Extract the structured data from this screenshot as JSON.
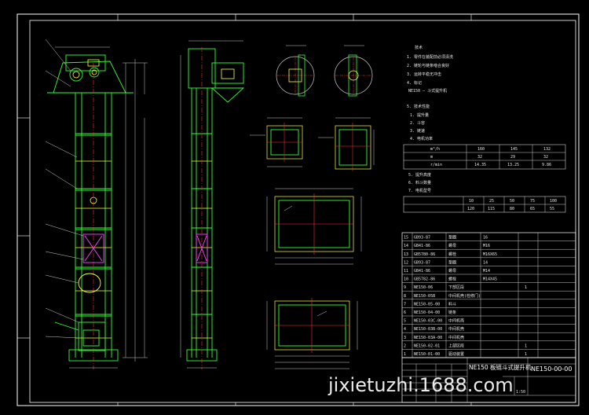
{
  "drawing": {
    "tech_requirements_title": "技术",
    "tech_requirements": [
      "1. 零件在装配前必须清洗",
      "2. 链轮与链条啮合良好",
      "3. 运转平稳无冲击",
      "4. 标记",
      "NE150 — 斗式提升机",
      "5. 技术性能",
      "1. 提升量",
      "2. 斗容",
      "3. 链速",
      "4. 电机功率"
    ],
    "perf_table": {
      "rows": [
        [
          "",
          "m³/h",
          "160",
          "145",
          "132"
        ],
        [
          "",
          "m",
          "32",
          "29",
          "32"
        ],
        [
          "",
          "r/min",
          "14.35",
          "13.25",
          "9.86"
        ]
      ]
    },
    "notes_2": [
      "5. 提升高度",
      "6. 料斗数量",
      "7. 电机型号"
    ],
    "perf_table_2": {
      "rows": [
        [
          "",
          "",
          "10",
          "25",
          "50",
          "75",
          "100"
        ],
        [
          "",
          "",
          "120",
          "115",
          "80",
          "65",
          "55"
        ]
      ]
    },
    "parts_list": [
      {
        "no": "15",
        "code": "GB93-87",
        "name": "垫圈",
        "spec": "16",
        "qty": ""
      },
      {
        "no": "14",
        "code": "GB41-86",
        "name": "螺母",
        "spec": "M16",
        "qty": ""
      },
      {
        "no": "13",
        "code": "GB5780-86",
        "name": "螺栓",
        "spec": "M16X65",
        "qty": ""
      },
      {
        "no": "12",
        "code": "GB93-87",
        "name": "垫圈",
        "spec": "14",
        "qty": ""
      },
      {
        "no": "11",
        "code": "GB41-86",
        "name": "螺母",
        "spec": "M14",
        "qty": ""
      },
      {
        "no": "10",
        "code": "GB5782-86",
        "name": "螺栓",
        "spec": "M14X45",
        "qty": ""
      },
      {
        "no": "9",
        "code": "NE150-06",
        "name": "下部区段",
        "spec": "",
        "qty": "1"
      },
      {
        "no": "8",
        "code": "NE150-05B",
        "name": "中间机壳(检修门)",
        "spec": "",
        "qty": ""
      },
      {
        "no": "7",
        "code": "NE150-05-00",
        "name": "料斗",
        "spec": "",
        "qty": ""
      },
      {
        "no": "6",
        "code": "NE150-04-00",
        "name": "链条",
        "spec": "",
        "qty": ""
      },
      {
        "no": "5",
        "code": "NE150-03C-00",
        "name": "中间机壳",
        "spec": "",
        "qty": ""
      },
      {
        "no": "4",
        "code": "NE150-03B-00",
        "name": "中间机壳",
        "spec": "",
        "qty": ""
      },
      {
        "no": "3",
        "code": "NE150-03A-00",
        "name": "中间机壳",
        "spec": "",
        "qty": ""
      },
      {
        "no": "2",
        "code": "NE150-02-01",
        "name": "上部区段",
        "spec": "",
        "qty": "1"
      },
      {
        "no": "1",
        "code": "NE150-01-00",
        "name": "驱动装置",
        "spec": "",
        "qty": "1"
      }
    ],
    "title_block": {
      "product": "NE150 板链斗式提升机",
      "drawing_no": "NE150-00-00",
      "scale": "1:50"
    },
    "watermark": "jixietuzhi.1688.com"
  },
  "colors": {
    "frame": "#ffffff",
    "green": "#33ff33",
    "yellow": "#ffff33",
    "red": "#ff3333",
    "magenta": "#ff44ff",
    "cyan": "#33ffff",
    "text": "#e8e8e8"
  }
}
